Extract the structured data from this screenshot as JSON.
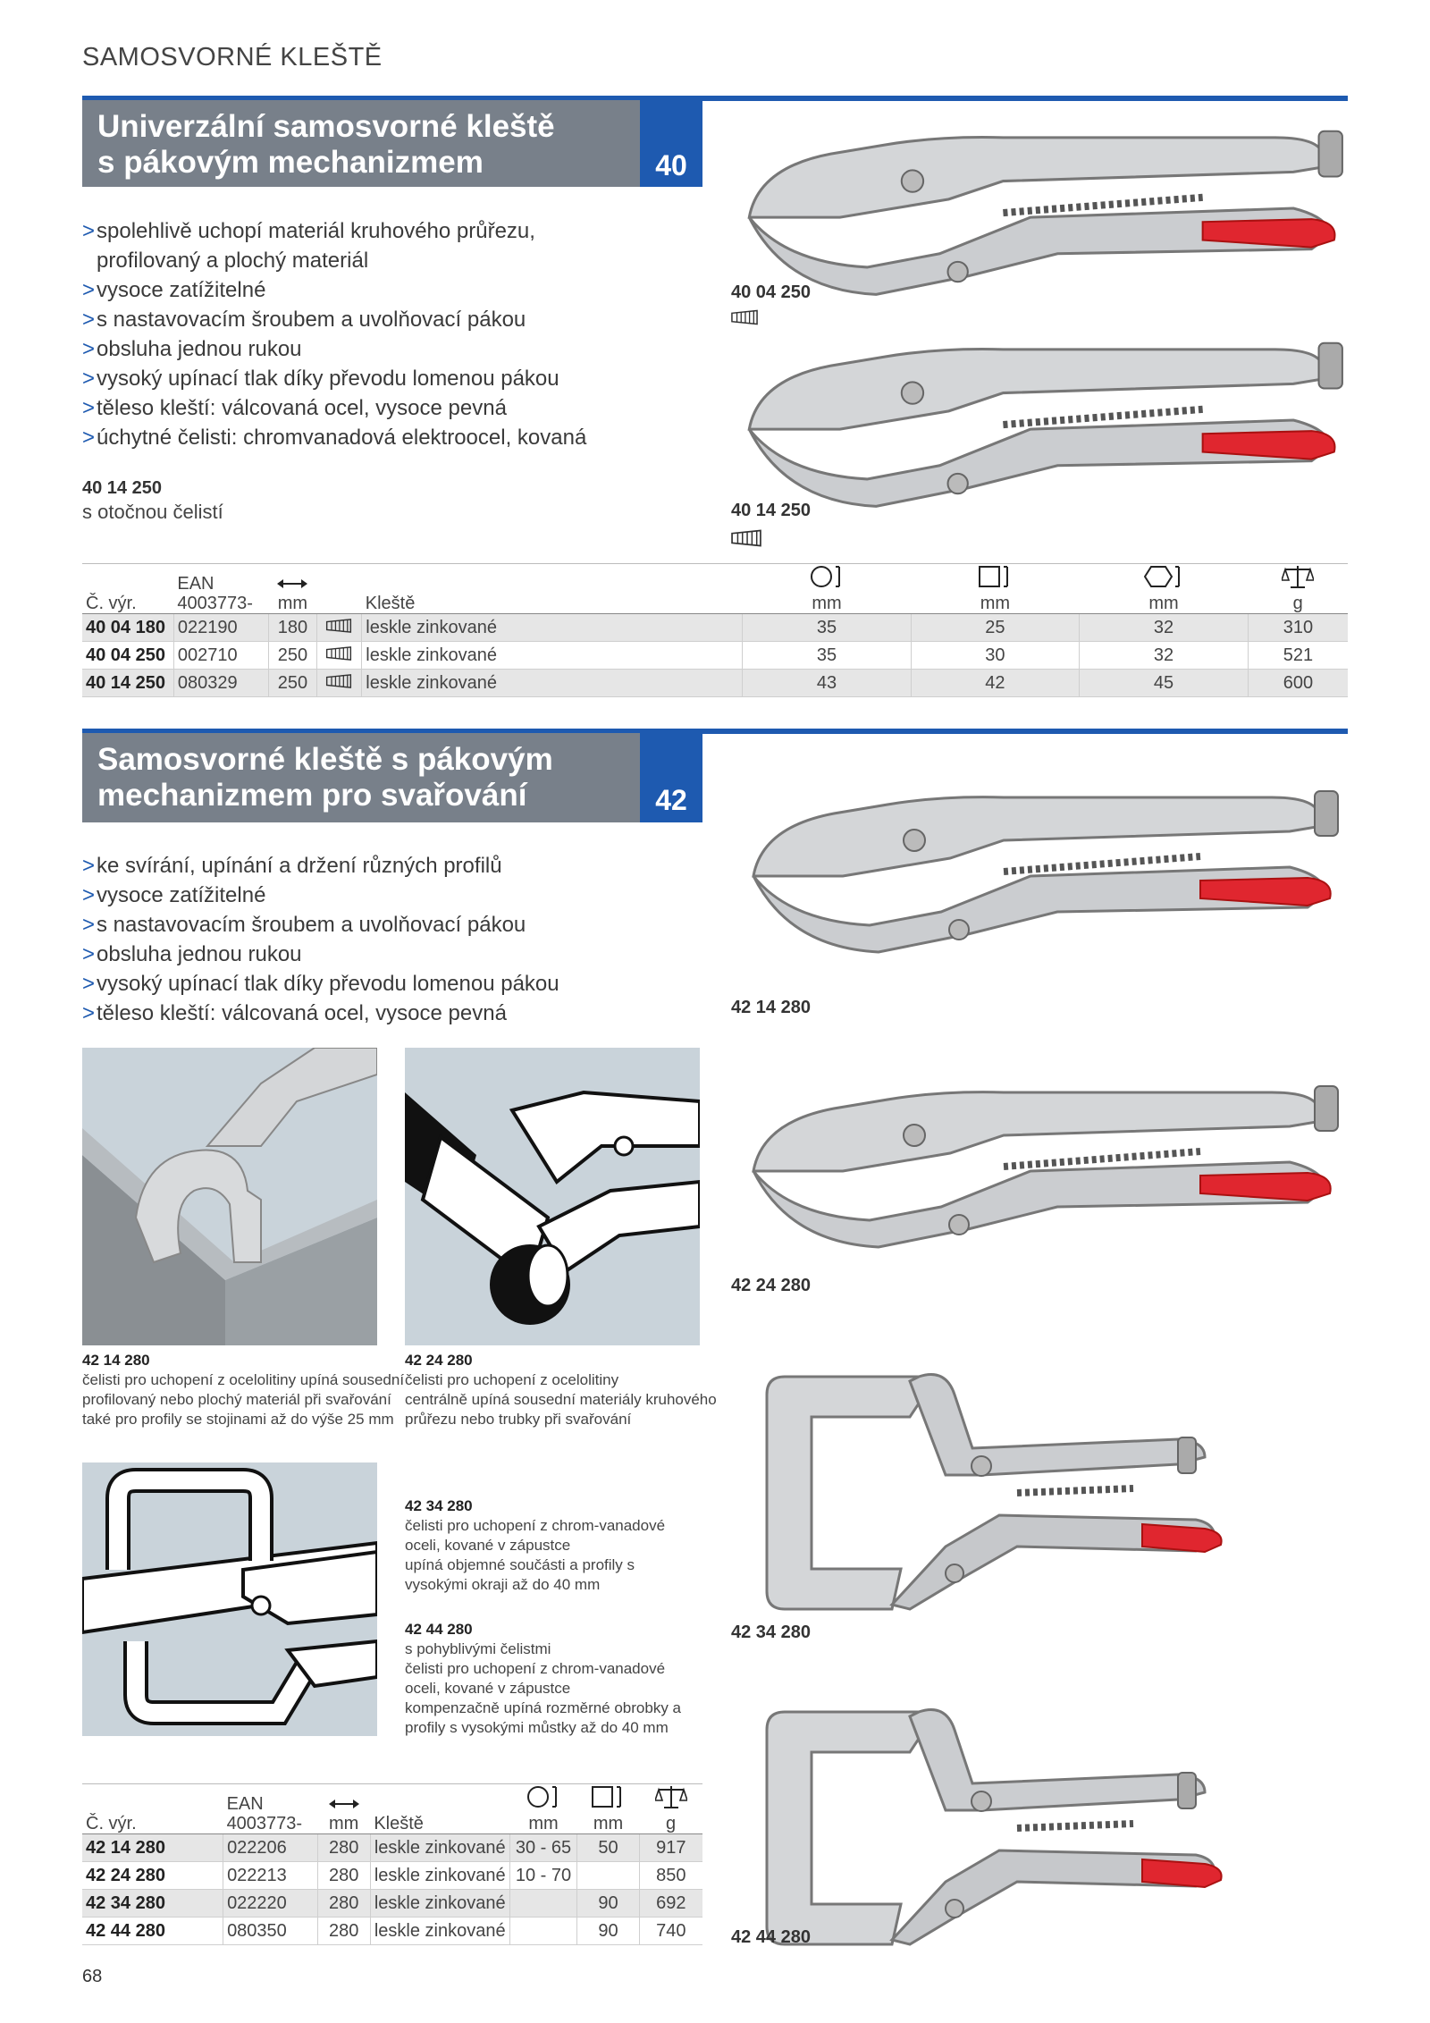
{
  "page": {
    "section_label": "SAMOSVORNÉ KLEŠTĚ",
    "page_number": "68"
  },
  "colors": {
    "accent": "#1e5ab0",
    "title_bar": "#78808a",
    "handle_red": "#e0262f"
  },
  "s1": {
    "title_l1": "Univerzální samosvorné kleště",
    "title_l2": "s pákovým mechanizmem",
    "number": "40",
    "features": [
      "spolehlivě uchopí materiál kruhového průřezu,",
      "profilovaný a plochý materiál",
      "vysoce zatížitelné",
      "s nastavovacím šroubem a uvolňovací pákou",
      "obsluha jednou rukou",
      "vysoký upínací tlak díky převodu lomenou pákou",
      "těleso kleští: válcovaná ocel, vysoce pevná",
      "úchytné čelisti: chromvanadová elektroocel, kovaná"
    ],
    "note_code": "40 14 250",
    "note_text": "s otočnou čelistí",
    "img1_code": "40 04 250",
    "img2_code": "40 14 250",
    "table": {
      "h_art": "Č. výr.",
      "h_ean1": "EAN",
      "h_ean2": "4003773-",
      "h_mm": "mm",
      "h_kleste": "Kleště",
      "h_unit_mm": "mm",
      "h_unit_g": "g",
      "rows": [
        {
          "art": "40 04 180",
          "ean": "022190",
          "len": "180",
          "finish": "leskle zinkované",
          "round": "35",
          "square": "25",
          "hex": "32",
          "g": "310"
        },
        {
          "art": "40 04 250",
          "ean": "002710",
          "len": "250",
          "finish": "leskle zinkované",
          "round": "35",
          "square": "30",
          "hex": "32",
          "g": "521"
        },
        {
          "art": "40 14 250",
          "ean": "080329",
          "len": "250",
          "finish": "leskle zinkované",
          "round": "43",
          "square": "42",
          "hex": "45",
          "g": "600"
        }
      ]
    }
  },
  "s2": {
    "title_l1": "Samosvorné kleště s pákovým",
    "title_l2": "mechanizmem pro svařování",
    "number": "42",
    "features": [
      "ke svírání, upínání a držení různých profilů",
      "vysoce zatížitelné",
      "s nastavovacím šroubem a uvolňovací pákou",
      "obsluha jednou rukou",
      "vysoký upínací tlak díky převodu lomenou pákou",
      "těleso kleští: válcovaná ocel, vysoce pevná"
    ],
    "cap1": {
      "code": "42 14 280",
      "text": [
        "čelisti pro uchopení z ocelolitiny upíná sousední",
        "profilovaný nebo plochý materiál při svařování",
        "také pro profily se stojinami až do výše 25 mm"
      ]
    },
    "cap2": {
      "code": "42 24 280",
      "text": [
        "čelisti pro uchopení z ocelolitiny",
        "centrálně upíná sousední materiály kruhového",
        "průřezu nebo trubky při svařování"
      ]
    },
    "cap3": {
      "code": "42 34 280",
      "text": [
        "čelisti pro uchopení z chrom-vanadové",
        "oceli, kované v zápustce",
        "upíná objemné součásti a profily s",
        "vysokými okraji až do 40 mm"
      ]
    },
    "cap4": {
      "code": "42 44 280",
      "text": [
        "s pohyblivými čelistmi",
        "čelisti pro uchopení z chrom-vanadové",
        "oceli, kované v zápustce",
        "kompenzačně upíná rozměrné obrobky a",
        "profily s vysokými můstky až do 40 mm"
      ]
    },
    "img_codes": [
      "42 14 280",
      "42 24 280",
      "42 34 280",
      "42 44 280"
    ],
    "table": {
      "h_art": "Č. výr.",
      "h_ean1": "EAN",
      "h_ean2": "4003773-",
      "h_mm": "mm",
      "h_kleste": "Kleště",
      "h_unit_mm": "mm",
      "h_unit_g": "g",
      "rows": [
        {
          "art": "42 14 280",
          "ean": "022206",
          "len": "280",
          "finish": "leskle zinkované",
          "round": "30 - 65",
          "square": "50",
          "g": "917"
        },
        {
          "art": "42 24 280",
          "ean": "022213",
          "len": "280",
          "finish": "leskle zinkované",
          "round": "10 - 70",
          "square": "",
          "g": "850"
        },
        {
          "art": "42 34 280",
          "ean": "022220",
          "len": "280",
          "finish": "leskle zinkované",
          "round": "",
          "square": "90",
          "g": "692"
        },
        {
          "art": "42 44 280",
          "ean": "080350",
          "len": "280",
          "finish": "leskle zinkované",
          "round": "",
          "square": "90",
          "g": "740"
        }
      ]
    }
  }
}
